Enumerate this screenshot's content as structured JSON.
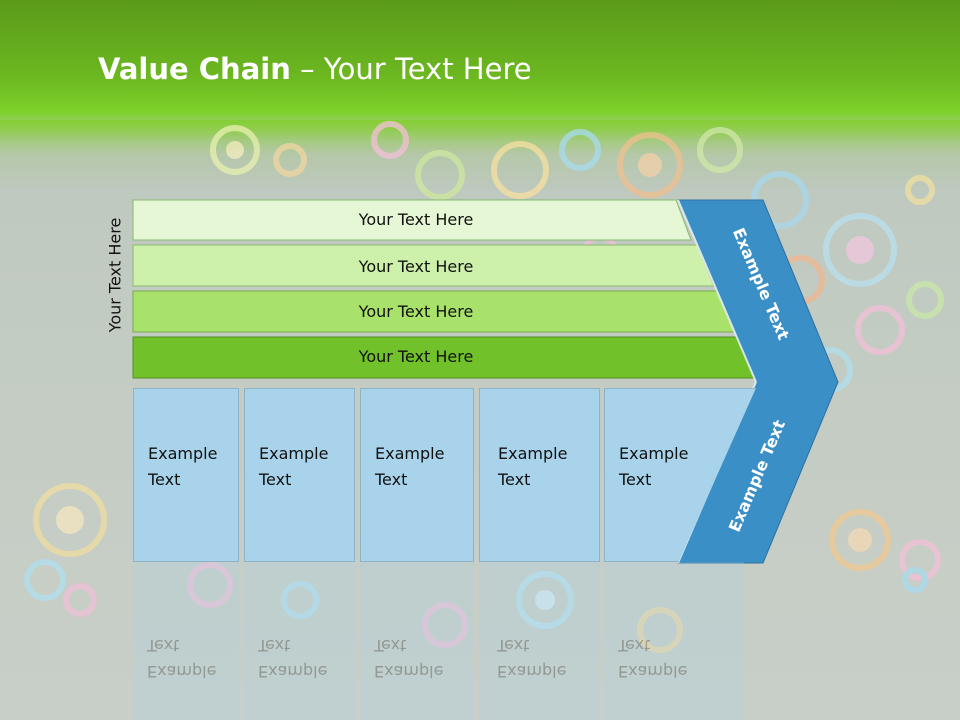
{
  "title": {
    "bold": "Value Chain",
    "rest": " – Your Text Here"
  },
  "side_label": "Your Text Here",
  "bars": [
    {
      "label": "Your Text Here",
      "color": "#e6f7d6"
    },
    {
      "label": "Your Text Here",
      "color": "#cdf0aa"
    },
    {
      "label": "Your Text Here",
      "color": "#a9e26a"
    },
    {
      "label": "Your Text Here",
      "color": "#70c12a"
    }
  ],
  "chevron": {
    "top_label": "Example Text",
    "bottom_label": "Example Text",
    "color": "#3a8fc7"
  },
  "cards": [
    {
      "line1": "Example",
      "line2": "Text"
    },
    {
      "line1": "Example",
      "line2": "Text"
    },
    {
      "line1": "Example",
      "line2": "Text"
    },
    {
      "line1": "Example",
      "line2": "Text"
    },
    {
      "line1": "Example",
      "line2": "Text"
    }
  ],
  "colors": {
    "header_green": "#6cb820",
    "card_blue": "#a9d3ea",
    "chevron_blue": "#3a8fc7"
  }
}
